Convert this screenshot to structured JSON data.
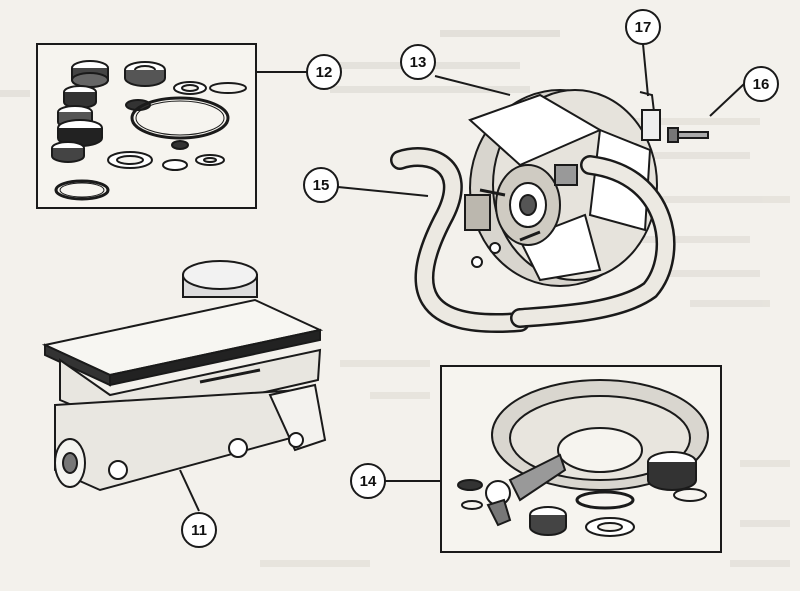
{
  "background_color": "#f3f1ec",
  "ink_color": "#1a1a1a",
  "callouts": [
    {
      "id": "callout-11",
      "label": "11",
      "part": "master-cylinder"
    },
    {
      "id": "callout-12",
      "label": "12",
      "part": "master-cylinder-seal-kit"
    },
    {
      "id": "callout-13",
      "label": "13",
      "part": "brake-servo"
    },
    {
      "id": "callout-14",
      "label": "14",
      "part": "servo-seal-kit"
    },
    {
      "id": "callout-15",
      "label": "15",
      "part": "vacuum-hose"
    },
    {
      "id": "callout-16",
      "label": "16",
      "part": "servo-bolt"
    },
    {
      "id": "callout-17",
      "label": "17",
      "part": "servo-clip"
    }
  ]
}
